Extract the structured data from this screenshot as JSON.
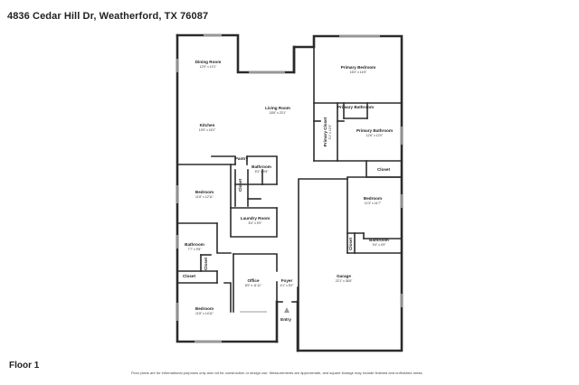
{
  "header": {
    "address": "4836 Cedar Hill Dr, Weatherford, TX 76087"
  },
  "footer": {
    "floor_label": "Floor 1",
    "disclaimer": "Floor plans are for informational purposes only and not for construction or design use. Measurements are approximate, and square footage may include finished and unfinished areas."
  },
  "rooms": {
    "dining_room": {
      "name": "Dining Room",
      "dims": "12'9\" x 13'1\""
    },
    "kitchen": {
      "name": "Kitchen",
      "dims": "13'9\" x 15'2\""
    },
    "living_room": {
      "name": "Living Room",
      "dims": "18'6\" x 23'1\""
    },
    "primary_bedroom": {
      "name": "Primary Bedroom",
      "dims": "16'0\" x 14'5\""
    },
    "primary_bathroom_1": {
      "name": "Primary Bathroom",
      "dims": ""
    },
    "primary_bathroom_2": {
      "name": "Primary Bathroom",
      "dims": "12'6\" x 12'0\""
    },
    "primary_closet": {
      "name": "Primary Closet",
      "dims": "5'1\" x 12'3\""
    },
    "pantry": {
      "name": "Pantry",
      "dims": ""
    },
    "bathroom_hall": {
      "name": "Bathroom",
      "dims": "5'3\" x 9'8\""
    },
    "bedroom_west": {
      "name": "Bedroom",
      "dims": "11'8\" x 12'11\""
    },
    "closet_small_1": {
      "name": "Closet",
      "dims": ""
    },
    "laundry_room": {
      "name": "Laundry Room",
      "dims": "8'4\" x 5'9\""
    },
    "closet_east_top": {
      "name": "Closet",
      "dims": ""
    },
    "bedroom_east": {
      "name": "Bedroom",
      "dims": "11'3\" x 14'7\""
    },
    "closet_east_bottom": {
      "name": "Closet",
      "dims": ""
    },
    "bathroom_east": {
      "name": "Bathroom",
      "dims": "9'4\" x 4'9\""
    },
    "bathroom_southwest": {
      "name": "Bathroom",
      "dims": "7'7\" x 9'8\""
    },
    "closet_southwest_side": {
      "name": "Closet",
      "dims": ""
    },
    "closet_southwest": {
      "name": "Closet",
      "dims": ""
    },
    "office": {
      "name": "Office",
      "dims": "8'9\" x 11'11\""
    },
    "foyer": {
      "name": "Foyer",
      "dims": "4'1\" x 5'0\""
    },
    "entry": {
      "name": "Entry",
      "dims": ""
    },
    "garage": {
      "name": "Garage",
      "dims": "22'1\" x 36'8\""
    },
    "bedroom_southwest": {
      "name": "Bedroom",
      "dims": "11'8\" x 14'11\""
    }
  }
}
